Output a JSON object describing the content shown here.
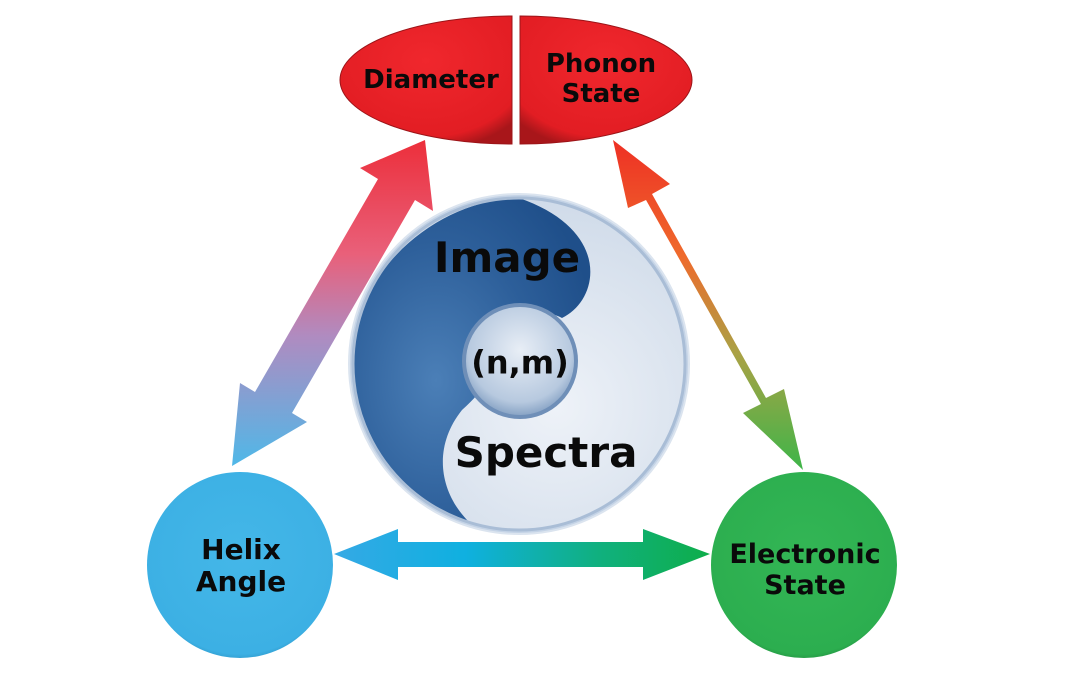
{
  "diagram": {
    "type": "relationship-triangle",
    "center": {
      "top_label": "Image",
      "inner_label": "(n,m)",
      "bottom_label": "Spectra",
      "colors": {
        "dark_half": "#2a5a94",
        "light_half": "#dfe7f1"
      }
    },
    "nodes": [
      {
        "id": "diameter",
        "label": "Diameter",
        "shape": "half-ellipse-left",
        "color": "#e31e24"
      },
      {
        "id": "phonon",
        "label_line1": "Phonon",
        "label_line2": "State",
        "shape": "half-ellipse-right",
        "color": "#e31e24"
      },
      {
        "id": "helix",
        "label_line1": "Helix",
        "label_line2": "Angle",
        "shape": "circle",
        "color": "#3fb3e6"
      },
      {
        "id": "electronic",
        "label_line1": "Electronic",
        "label_line2": "State",
        "shape": "circle",
        "color": "#2db150"
      }
    ],
    "edges": [
      {
        "from": "diameter",
        "to": "helix",
        "type": "bidirectional",
        "gradient": [
          "#ec2f3b",
          "#4fb8e8"
        ]
      },
      {
        "from": "phonon",
        "to": "electronic",
        "type": "bidirectional",
        "gradient": [
          "#ee3024",
          "#3eb549"
        ]
      },
      {
        "from": "helix",
        "to": "electronic",
        "type": "bidirectional",
        "gradient": [
          "#2aaae2",
          "#0fb04f"
        ]
      }
    ]
  }
}
